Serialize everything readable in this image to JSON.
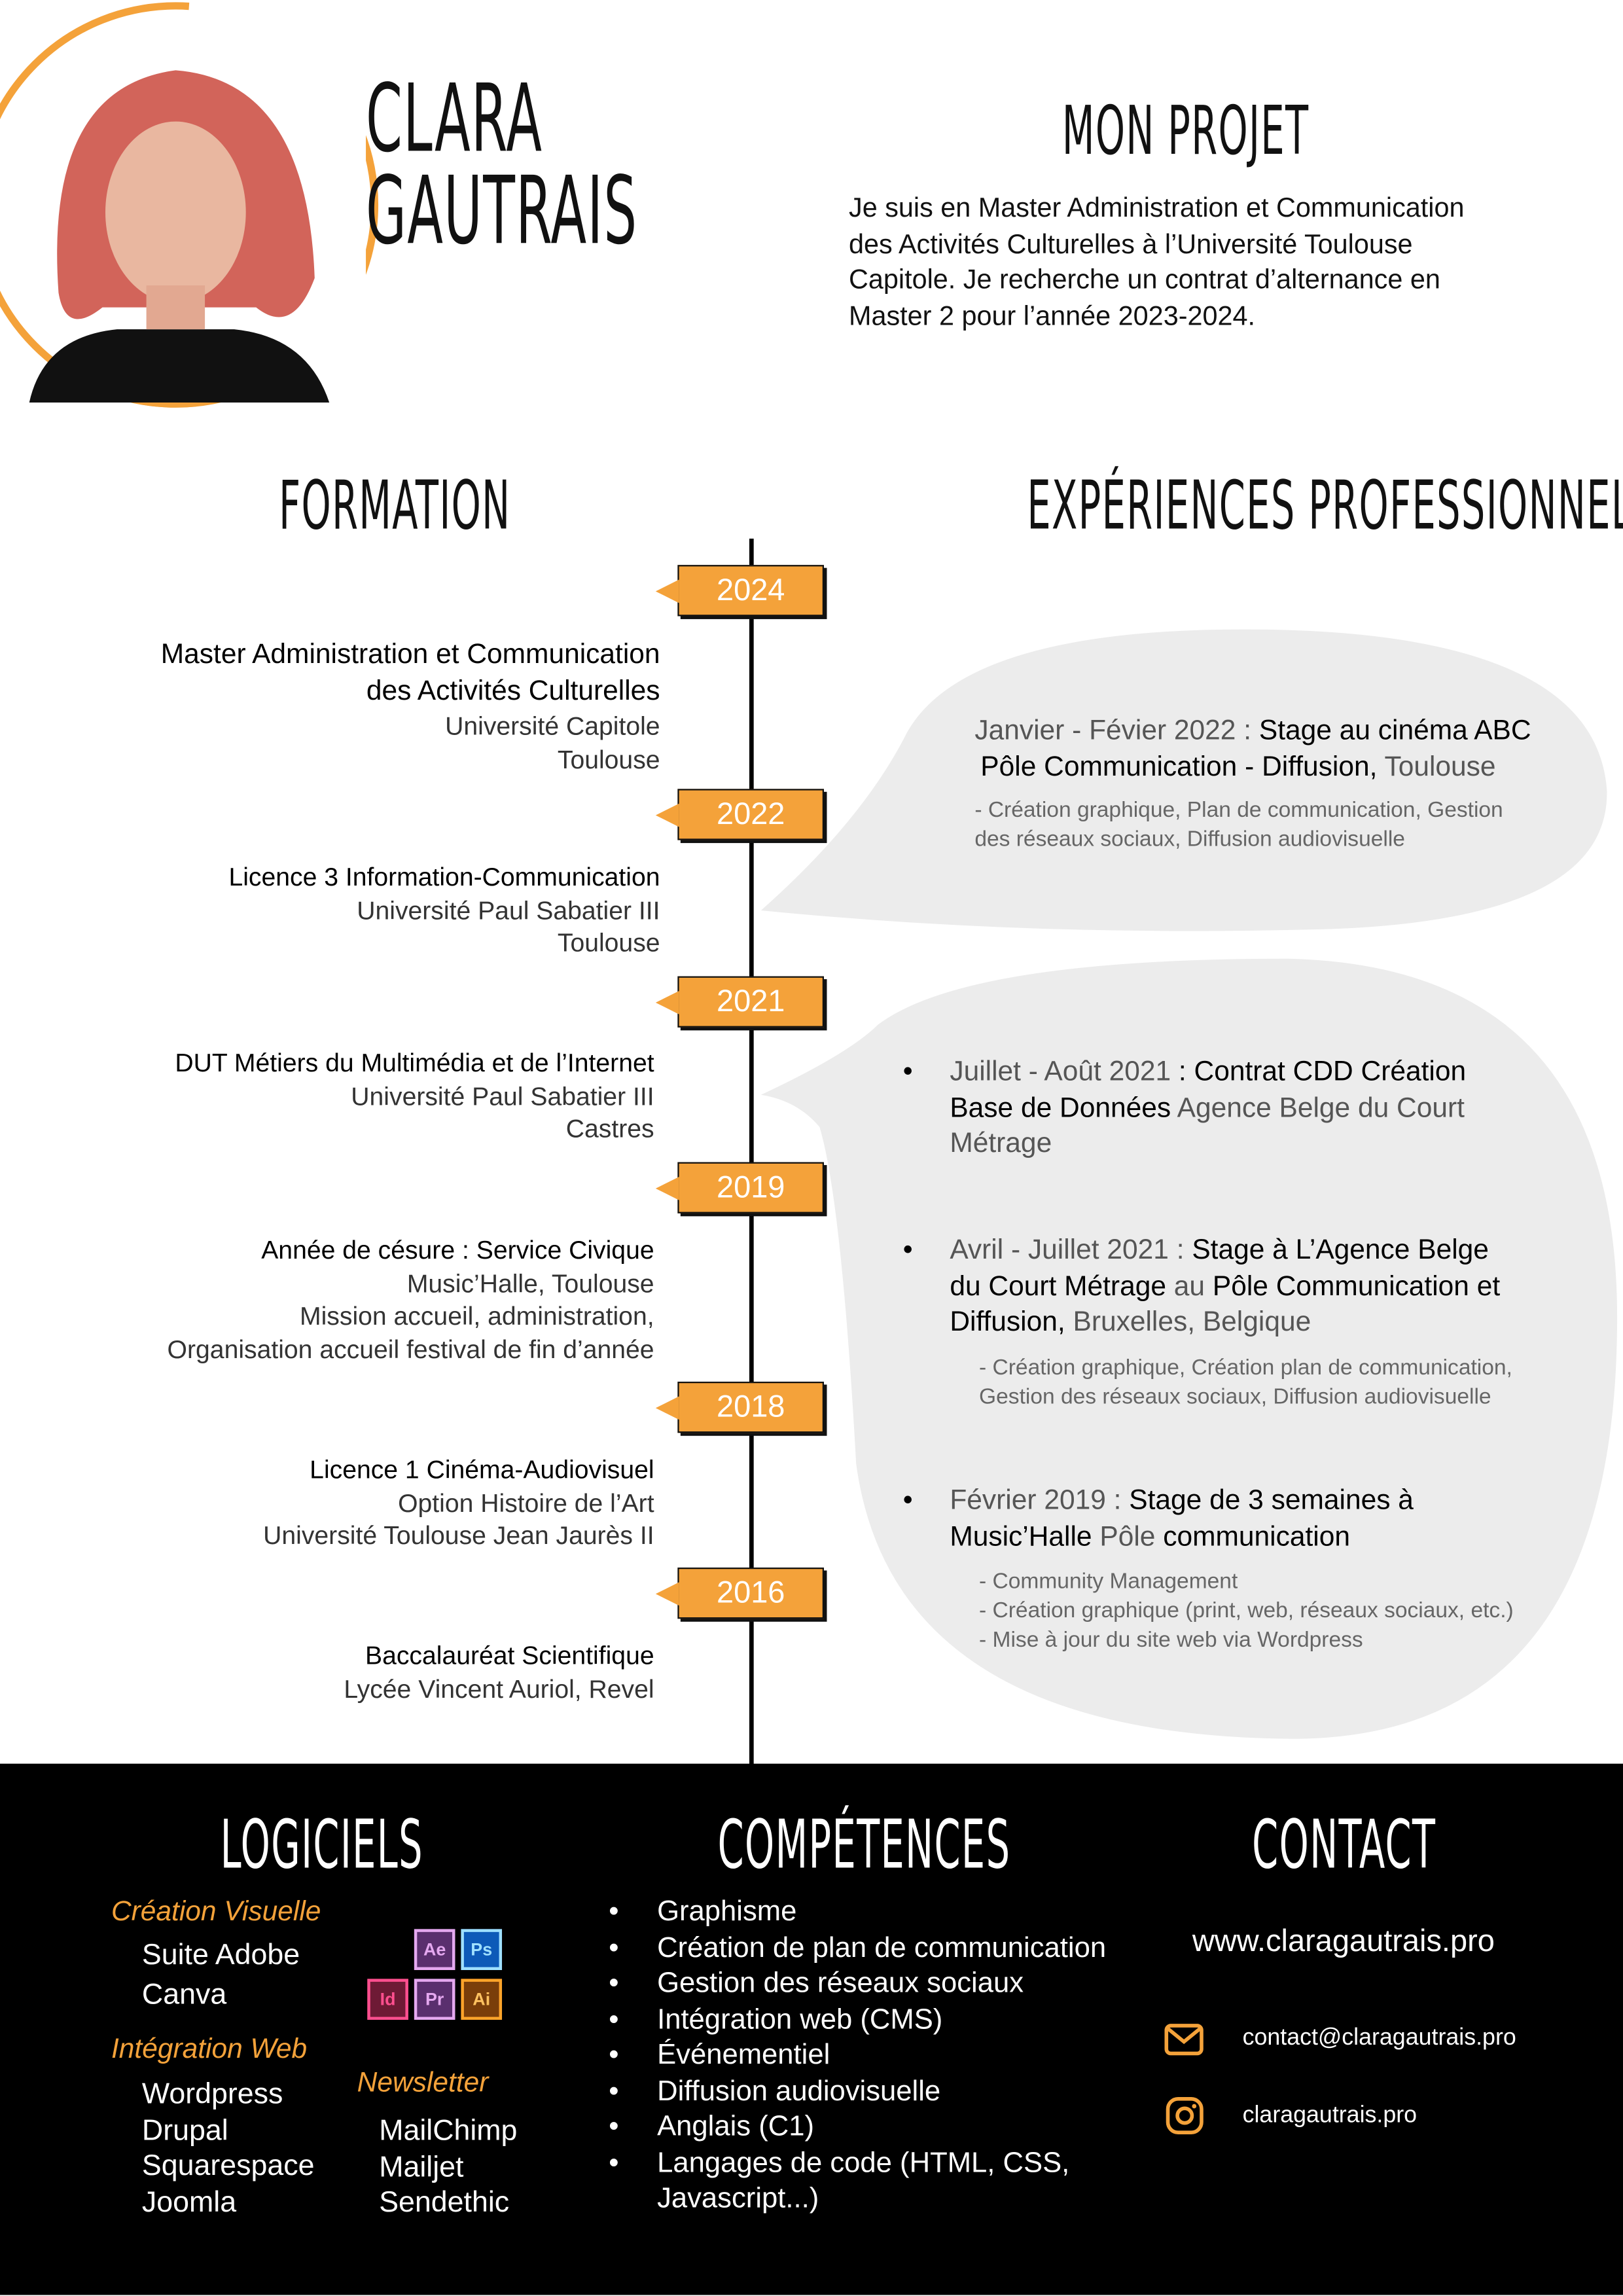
{
  "header": {
    "first_name": "CLARA",
    "last_name": "GAUTRAIS",
    "project_title": "MON PROJET",
    "project_lines": [
      "Je suis en Master Administration et Communication",
      "des Activités Culturelles à l’Université Toulouse",
      "Capitole.  Je recherche un contrat d’alternance en",
      "Master 2 pour l’année 2023-2024."
    ]
  },
  "colors": {
    "accent": "#f4a23a",
    "bubble": "#ececec",
    "footer": "#000000"
  },
  "formation": {
    "title": "FORMATION",
    "years": [
      "2024",
      "2022",
      "2021",
      "2019",
      "2018",
      "2016"
    ],
    "entries": [
      {
        "title": "Master Administration et Communication",
        "title2": "des Activités Culturelles",
        "lines": [
          "Université Capitole",
          "Toulouse"
        ]
      },
      {
        "title": "Licence 3 Information-Communication",
        "lines": [
          "Université Paul Sabatier III",
          "Toulouse"
        ]
      },
      {
        "title": "DUT Métiers du Multimédia et de l’Internet",
        "lines": [
          "Université Paul Sabatier III",
          "Castres"
        ]
      },
      {
        "title": "Année de césure : Service Civique",
        "lines": [
          "Music’Halle, Toulouse",
          "Mission accueil, administration,",
          "Organisation accueil festival de fin d’année"
        ]
      },
      {
        "title": "Licence 1 Cinéma-Audiovisuel",
        "lines": [
          "Option Histoire de l’Art",
          "Université Toulouse Jean Jaurès II"
        ]
      },
      {
        "title": "Baccalauréat Scientifique",
        "lines": [
          "Lycée Vincent Auriol, Revel"
        ]
      }
    ]
  },
  "experiences": {
    "title": "EXPÉRIENCES PROFESSIONNELLES",
    "items": [
      {
        "date": "Janvier - Févier 2022 : ",
        "role": "Stage au cinéma ABC",
        "role2": "Pôle Communication - Diffusion,",
        "place": " Toulouse",
        "details": [
          "- Création graphique, Plan de communication, Gestion",
          "des réseaux sociaux, Diffusion audiovisuelle"
        ]
      },
      {
        "date": "Juillet - Août 2021 ",
        "role": ": Contrat CDD Création",
        "role2": "Base de Données",
        "place": " Agence Belge du Court",
        "place2": "Métrage"
      },
      {
        "date": "Avril - Juillet 2021 : ",
        "role": "Stage à L’Agence Belge",
        "role2": "du Court Métrage",
        "mid": " au ",
        "role3": "Pôle Communication et",
        "role4": "Diffusion,",
        "place": " Bruxelles, Belgique",
        "details": [
          "- Création graphique, Création plan de communication,",
          "Gestion des réseaux sociaux, Diffusion audiovisuelle"
        ]
      },
      {
        "date": "Février 2019 : ",
        "role": "Stage de 3 semaines à",
        "role2": "Music’Halle",
        "place": " Pôle ",
        "role3": "communication",
        "details": [
          "- Community Management",
          "- Création graphique (print, web, réseaux sociaux, etc.)",
          "- Mise à jour du site web via Wordpress"
        ]
      }
    ]
  },
  "logiciels": {
    "title": "LOGICIELS",
    "groups": [
      {
        "label": "Création Visuelle",
        "items": [
          "Suite Adobe",
          "Canva"
        ]
      },
      {
        "label": "Intégration Web",
        "items": [
          "Wordpress",
          "Drupal",
          "Squarespace",
          "Joomla"
        ]
      },
      {
        "label": "Newsletter",
        "items": [
          "MailChimp",
          "Mailjet",
          "Sendethic"
        ]
      }
    ],
    "adobe": [
      "Ae",
      "Ps",
      "Id",
      "Pr",
      "Ai"
    ]
  },
  "competences": {
    "title": "COMPÉTENCES",
    "items": [
      "Graphisme",
      "Création de plan de communication",
      "Gestion des réseaux sociaux",
      "Intégration web (CMS)",
      "Événementiel",
      "Diffusion audiovisuelle",
      "Anglais (C1)",
      "Langages de code (HTML, CSS,",
      "Javascript...)"
    ]
  },
  "contact": {
    "title": "CONTACT",
    "website": "www.claragautrais.pro",
    "email": "contact@claragautrais.pro",
    "instagram": "claragautrais.pro",
    "icons": [
      "mail-icon",
      "instagram-icon"
    ]
  }
}
